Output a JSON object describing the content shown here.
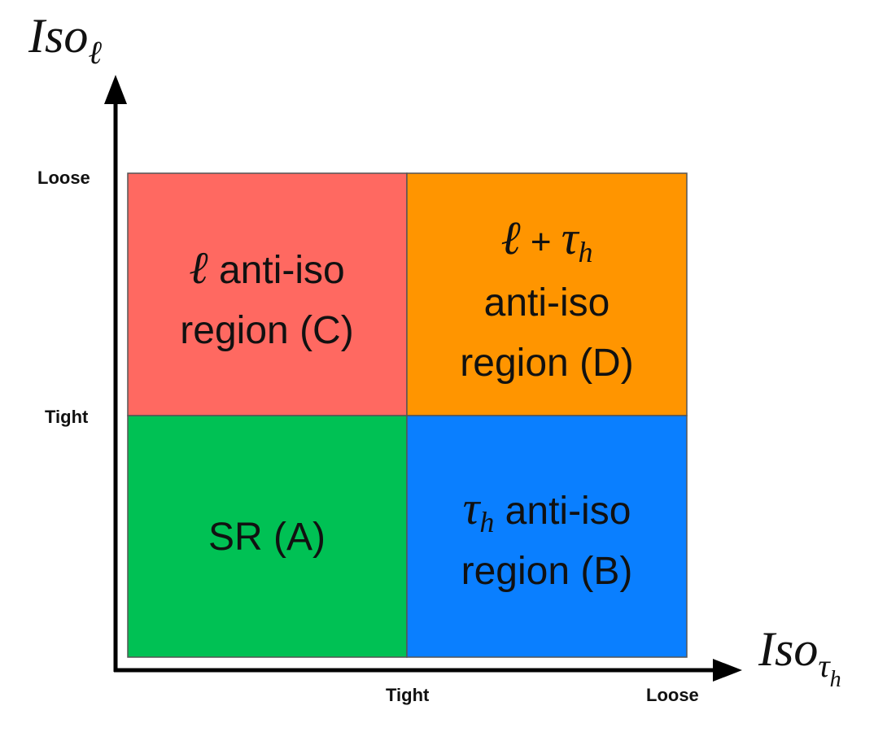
{
  "axes": {
    "y_label": {
      "main": "Iso",
      "sub": "ℓ"
    },
    "x_label": {
      "main": "Iso",
      "sub": "τ",
      "subsub": "h"
    },
    "y_ticks": {
      "loose": "Loose",
      "tight": "Tight"
    },
    "x_ticks": {
      "tight": "Tight",
      "loose": "Loose"
    }
  },
  "regions": {
    "A": {
      "line1": "SR (A)",
      "color": "#00c154"
    },
    "B": {
      "sym": "τ",
      "sym_sub": "h",
      "line1_rest": " anti-iso",
      "line2": "region (B)",
      "color": "#0a7fff"
    },
    "C": {
      "sym": "ℓ",
      "line1_rest": " anti-iso",
      "line2": "region (C)",
      "color": "#ff6961"
    },
    "D": {
      "sym_l": "ℓ",
      "plus": " + ",
      "sym_t": "τ",
      "sym_sub": "h",
      "line2": "anti-iso",
      "line3": "region (D)",
      "color": "#ff9500"
    }
  }
}
